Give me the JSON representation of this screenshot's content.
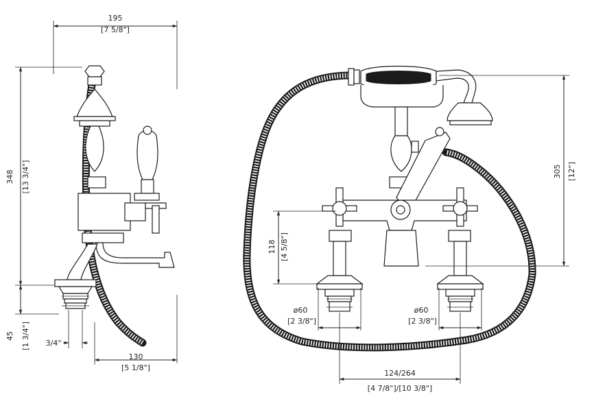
{
  "side_view": {
    "width_mm": "195",
    "width_in": "[7 5/8\"]",
    "height_mm": "348",
    "height_in": "[13 3/4\"]",
    "base_mm": "45",
    "base_in": "[1 3/4\"]",
    "thread": "3/4\"",
    "reach_mm": "130",
    "reach_in": "[5 1/8\"]"
  },
  "front_view": {
    "height_mm": "305",
    "height_in": "[12\"]",
    "deck_mm": "118",
    "deck_in": "[4 5/8\"]",
    "left_flange_mm": "ø60",
    "left_flange_in": "[2 3/8\"]",
    "right_flange_mm": "ø60",
    "right_flange_in": "[2 3/8\"]",
    "centers_mm": "124/264",
    "centers_in": "[4 7/8\"]/[10 3/8\"]"
  }
}
